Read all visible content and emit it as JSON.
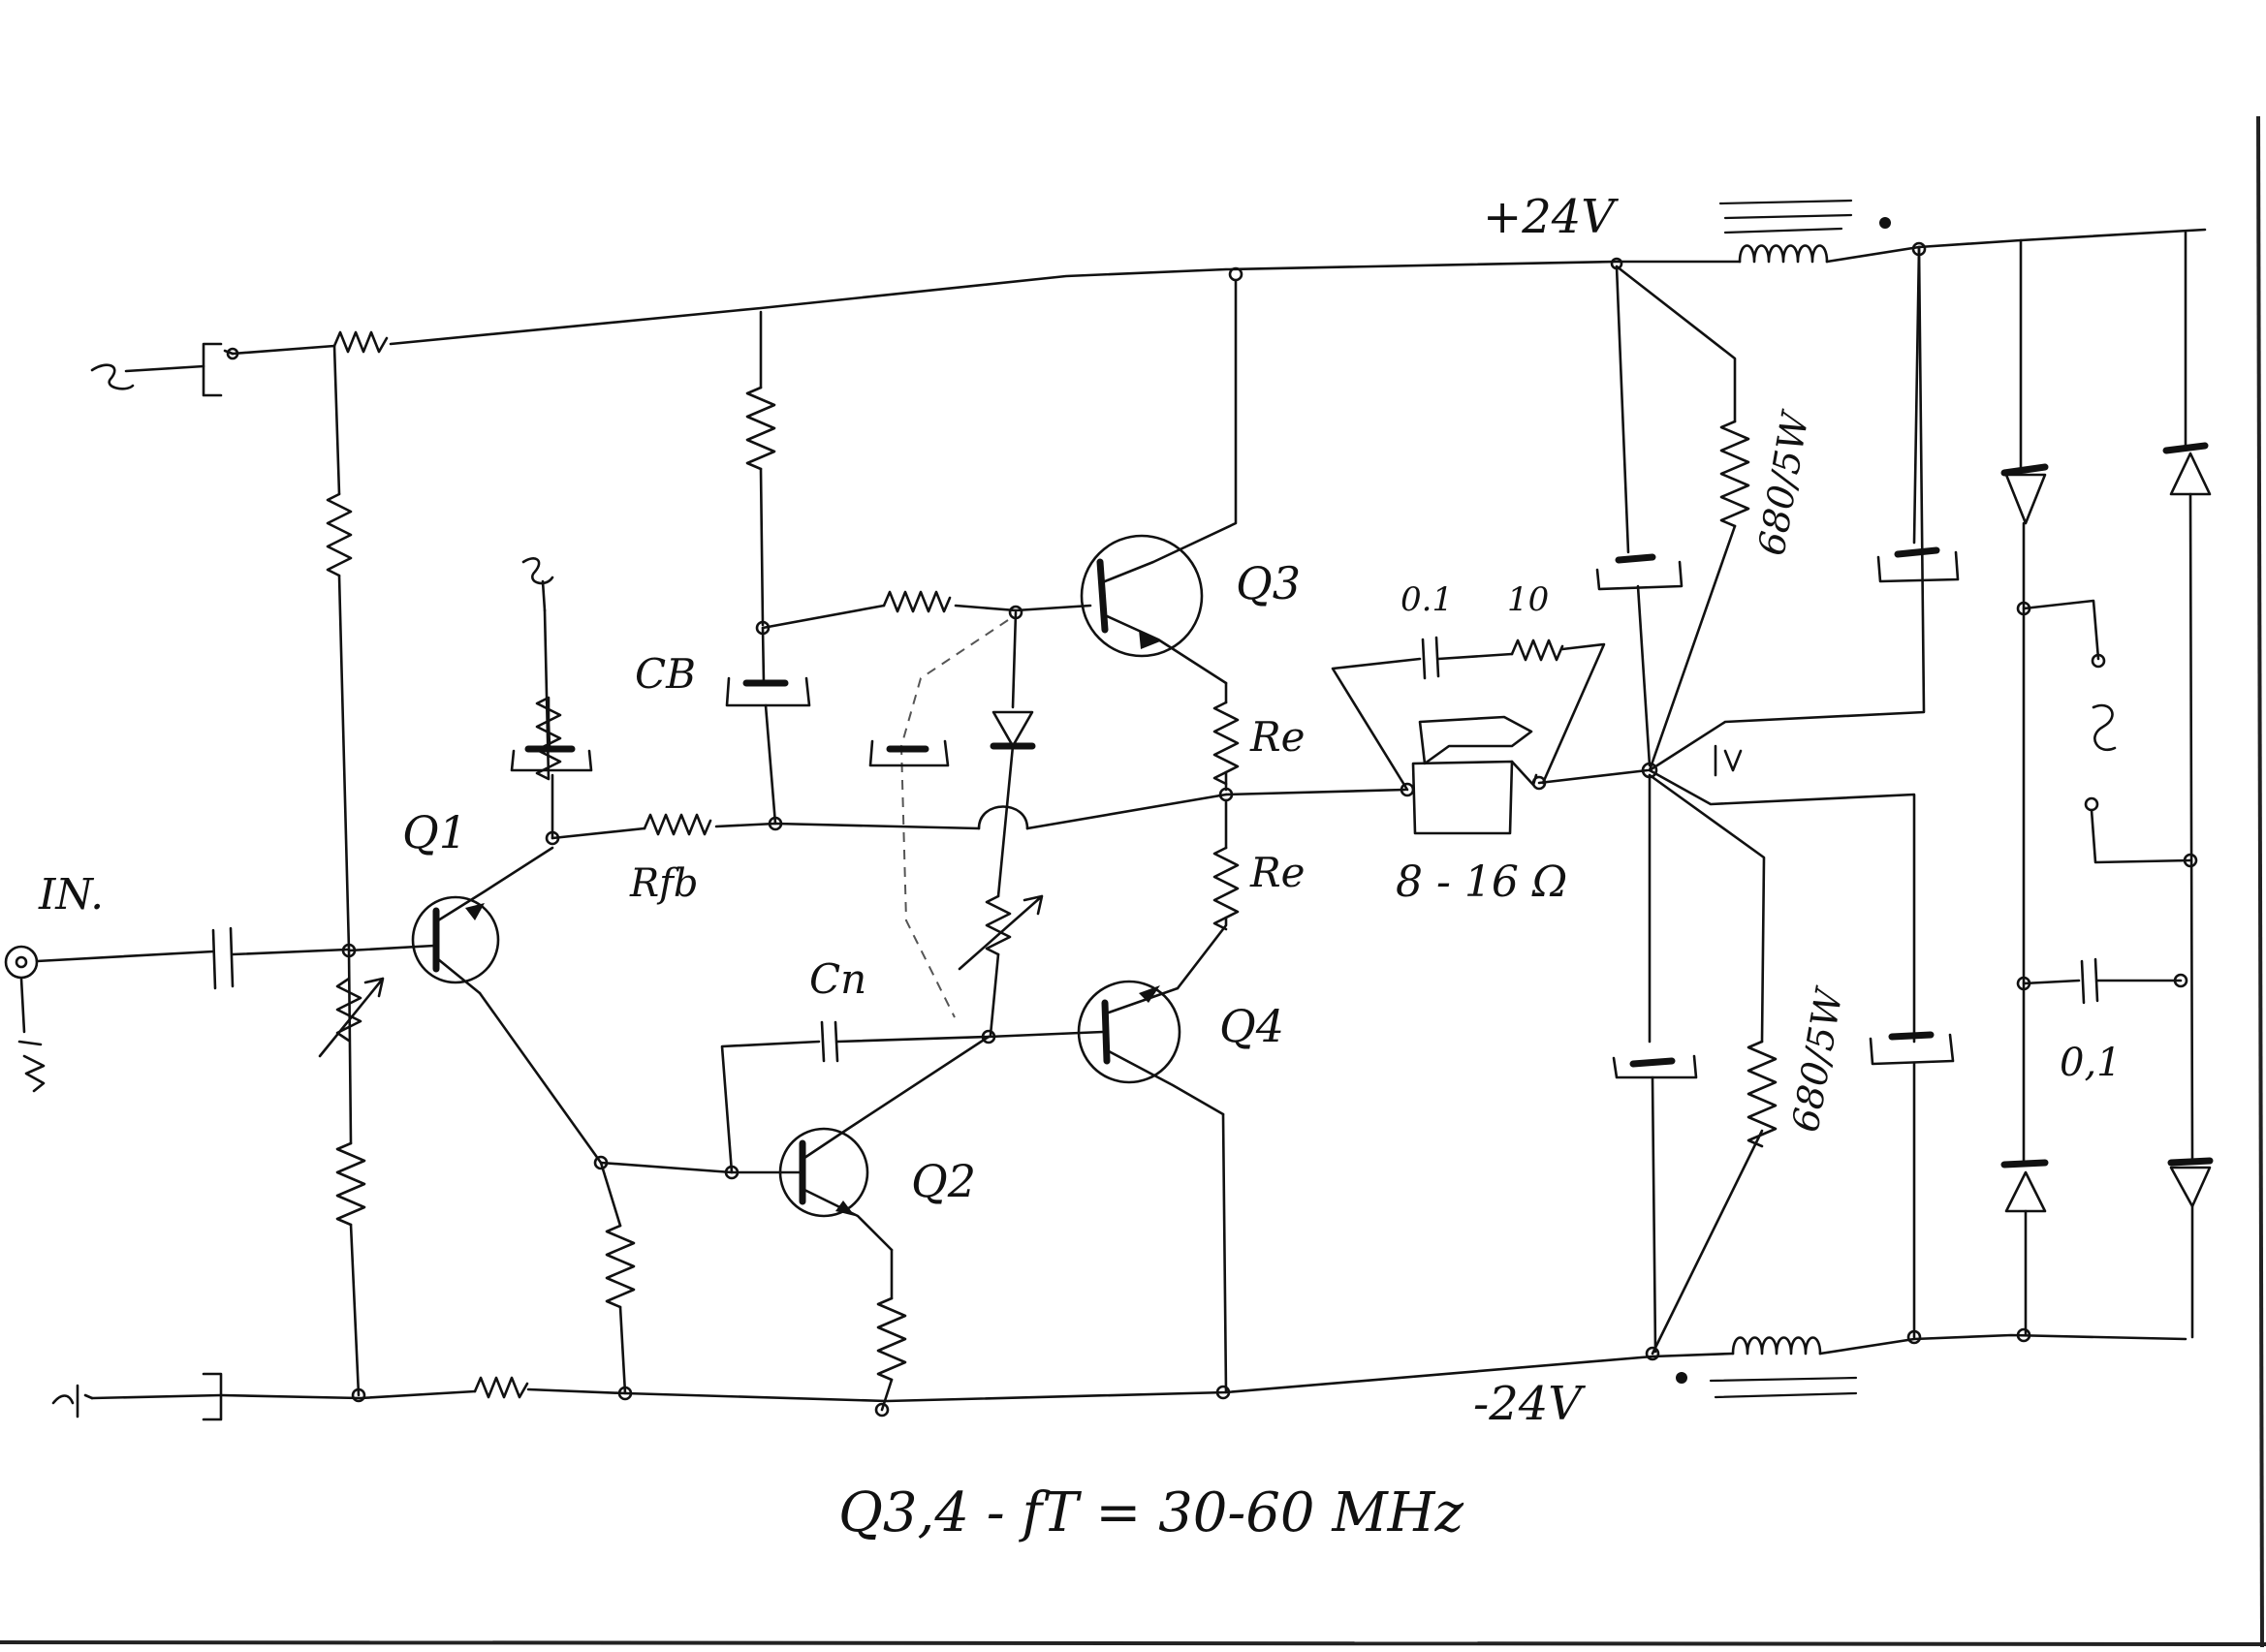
{
  "labels": {
    "v_pos": "+24V",
    "v_neg": "-24V",
    "q1": "Q1",
    "q2": "Q2",
    "q3": "Q3",
    "q4": "Q4",
    "cb": "CB",
    "cn": "Cn",
    "rfb": "Rfb",
    "re_top": "Re",
    "re_bottom": "Re",
    "input": "IN.",
    "zobel_cap": "0.1",
    "zobel_res": "10",
    "speaker_impedance": "8 - 16 Ω",
    "res_top": "680/5W",
    "res_bottom": "680/5W",
    "supply_cap": "0,1",
    "note": "Q3,4 - fT = 30-60 MHz"
  },
  "icons": {
    "transistor": "npn-transistor-icon",
    "speaker": "speaker-icon",
    "diode": "diode-icon",
    "ground": "ground-icon",
    "ac_source": "ac-source-icon"
  },
  "colors": {
    "ink": "#111111",
    "paper": "#ffffff"
  }
}
